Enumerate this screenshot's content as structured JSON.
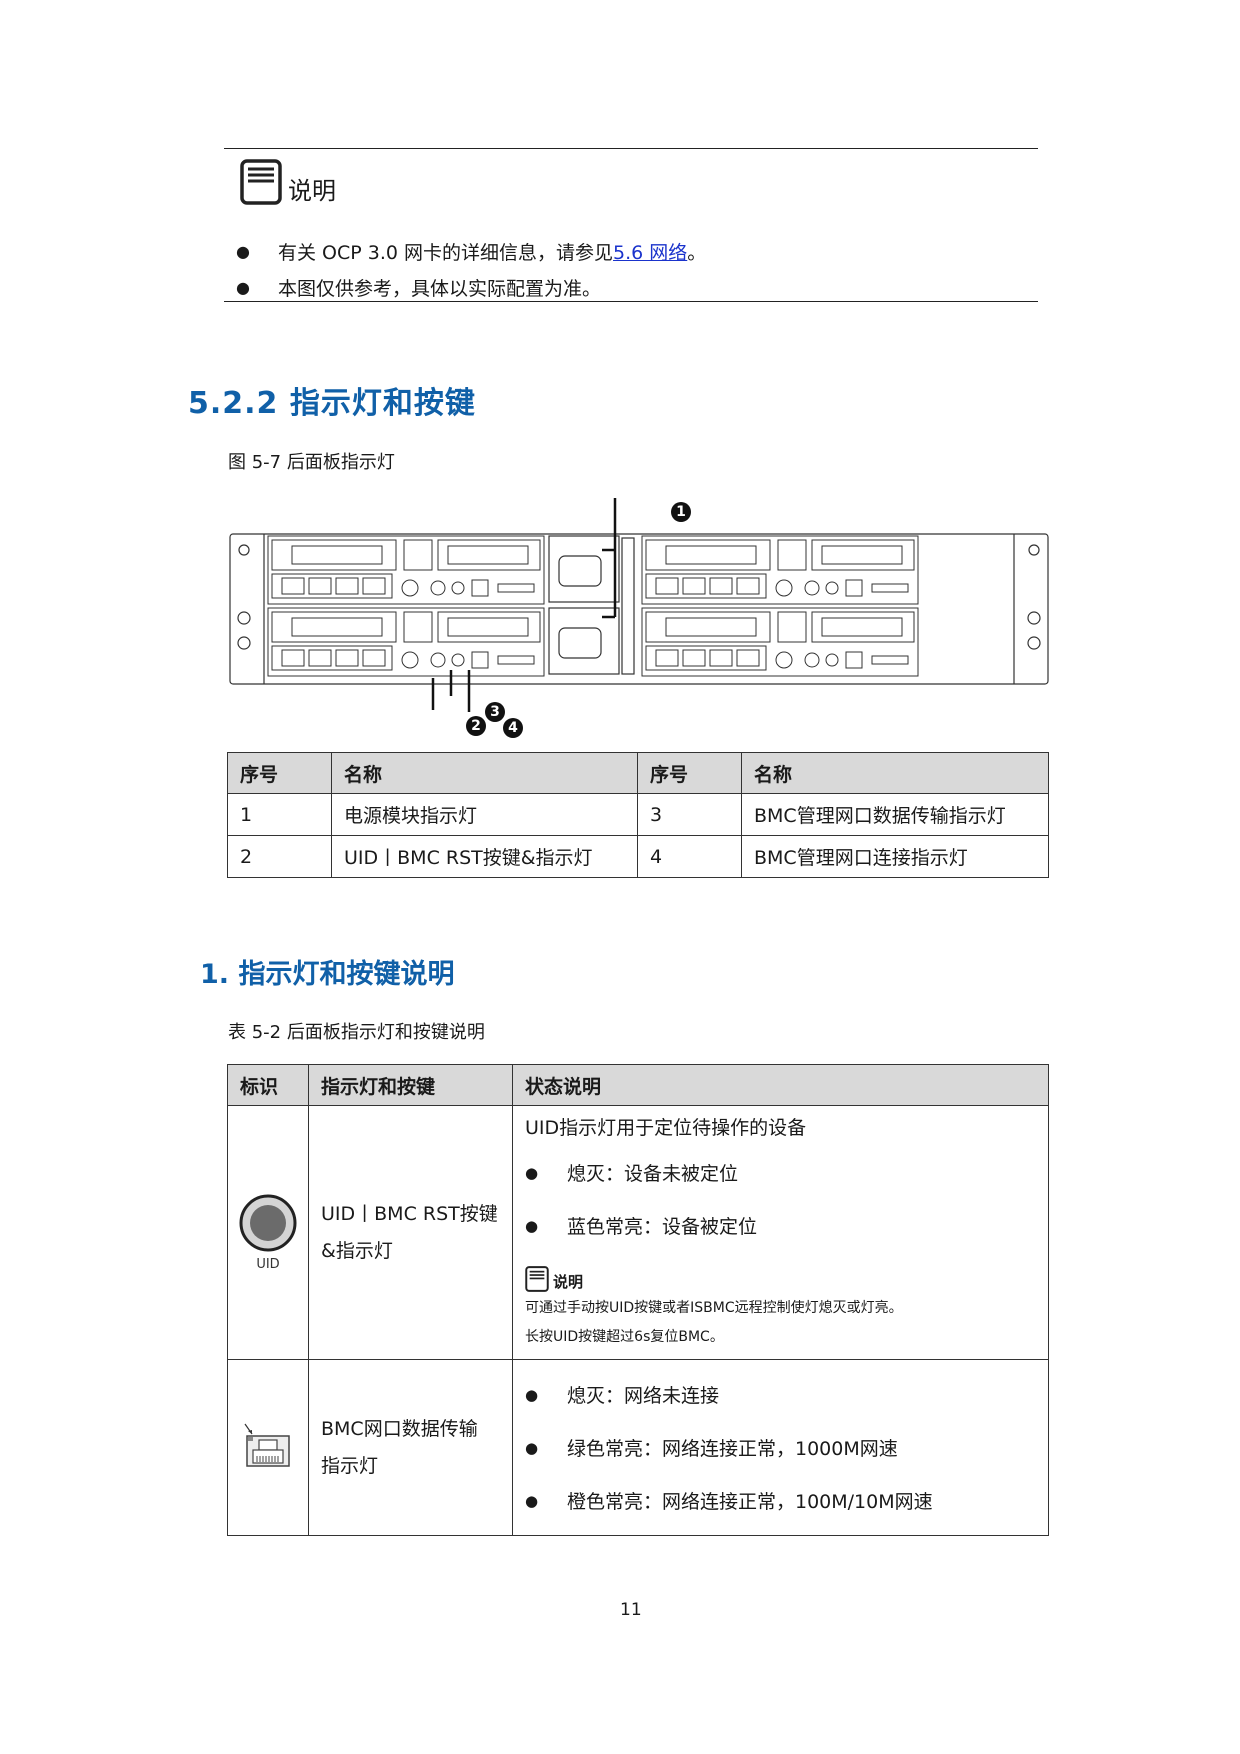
{
  "note": {
    "icon": "note-icon",
    "title": "说明",
    "items": [
      {
        "prefix": "有关 OCP 3.0 网卡的详细信息，请参见 ",
        "link": "5.6  网络",
        "suffix": "。"
      },
      {
        "prefix": "本图仅供参考，具体以实际配置为准。",
        "link": "",
        "suffix": ""
      }
    ]
  },
  "section": {
    "heading": "5.2.2  指示灯和按键",
    "figure_caption": "图 5-7  后面板指示灯",
    "callouts": [
      "1",
      "2",
      "3",
      "4"
    ]
  },
  "legend_table": {
    "headers": [
      "序号",
      "名称",
      "序号",
      "名称"
    ],
    "rows": [
      [
        "1",
        "电源模块指示灯",
        "3",
        "BMC管理网口数据传输指示灯"
      ],
      [
        "2",
        "UID丨BMC RST按键&指示灯",
        "4",
        "BMC管理网口连接指示灯"
      ]
    ]
  },
  "subsection": {
    "heading": "1. 指示灯和按键说明",
    "table_caption": "表 5-2  后面板指示灯和按键说明"
  },
  "desc_table": {
    "headers": [
      "标识",
      "指示灯和按键",
      "状态说明"
    ],
    "rows": [
      {
        "icon": "uid-button-icon",
        "icon_label": "UID",
        "name_lines": [
          "UID丨BMC RST按键",
          "&指示灯"
        ],
        "intro": "UID指示灯用于定位待操作的设备",
        "bullets": [
          "熄灭：设备未被定位",
          "蓝色常亮：设备被定位"
        ],
        "note_title": "说明",
        "note_lines": [
          "可通过手动按UID按键或者ISBMC远程控制使灯熄灭或灯亮。",
          "长按UID按键超过6s复位BMC。"
        ]
      },
      {
        "icon": "rj45-port-icon",
        "name_lines": [
          "BMC网口数据传输",
          "指示灯"
        ],
        "bullets": [
          "熄灭：网络未连接",
          "绿色常亮：网络连接正常，1000M网速",
          "橙色常亮：网络连接正常，100M/10M网速"
        ]
      }
    ]
  },
  "page_number": "11",
  "colors": {
    "heading": "#1060a8",
    "link": "#1a33cc",
    "header_bg": "#d9d9d9"
  }
}
